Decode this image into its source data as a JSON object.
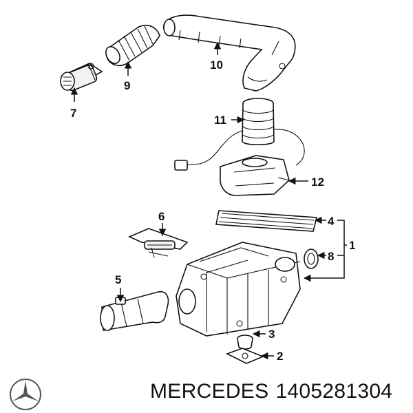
{
  "callouts": {
    "c1": "1",
    "c2": "2",
    "c3": "3",
    "c4": "4",
    "c5": "5",
    "c6": "6",
    "c7": "7",
    "c8": "8",
    "c9": "9",
    "c10": "10",
    "c11": "11",
    "c12": "12"
  },
  "footer": {
    "brand": "MERCEDES",
    "part_number": "1405281304",
    "logo_icon": "mercedes-star-icon"
  }
}
